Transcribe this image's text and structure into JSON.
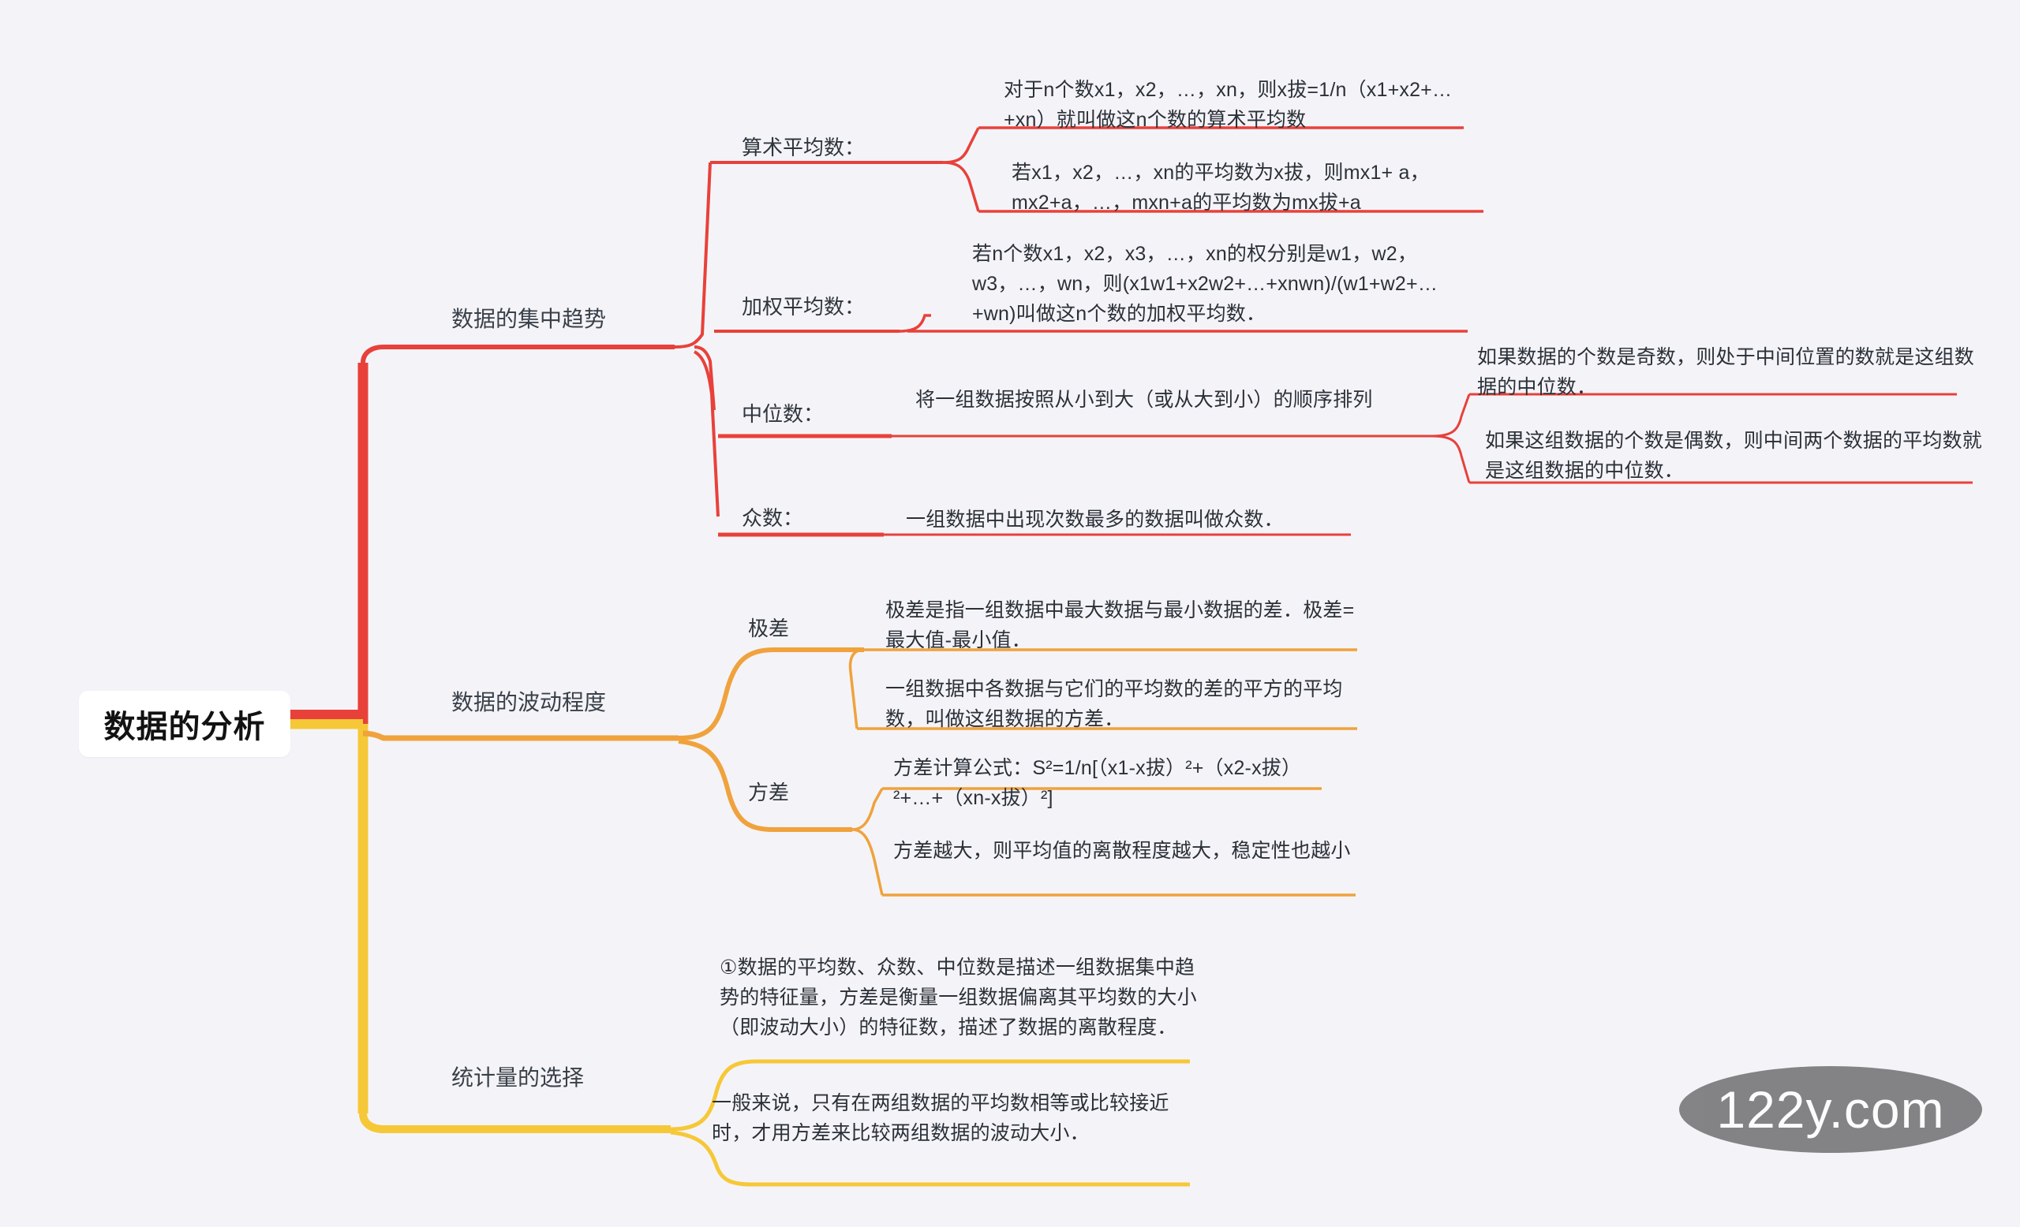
{
  "root": {
    "label": "数据的分析"
  },
  "branches": [
    {
      "label": "数据的集中趋势",
      "color": "#e8413a",
      "topics": [
        {
          "label": "算术平均数：",
          "leaves": [
            "对于n个数x1，x2，…，xn，则x拔=1/n（x1+x2+…+xn）就叫做这n个数的算术平均数",
            "若x1，x2，…，xn的平均数为x拔，则mx1+ a，mx2+a，…，mxn+a的平均数为mx拔+a"
          ]
        },
        {
          "label": "加权平均数：",
          "leaves": [
            "若n个数x1，x2，x3，…，xn的权分别是w1，w2，w3，…，wn，则(x1w1+x2w2+…+xnwn)/(w1+w2+…+wn)叫做这n个数的加权平均数．"
          ]
        },
        {
          "label": "中位数：",
          "leaves": [
            "将一组数据按照从小到大（或从大到小）的顺序排列"
          ],
          "subleaves": [
            "如果数据的个数是奇数，则处于中间位置的数就是这组数据的中位数．",
            "如果这组数据的个数是偶数，则中间两个数据的平均数就是这组数据的中位数．"
          ]
        },
        {
          "label": "众数：",
          "leaves": [
            "一组数据中出现次数最多的数据叫做众数．"
          ]
        }
      ]
    },
    {
      "label": "数据的波动程度",
      "color": "#f0a23c",
      "topics": [
        {
          "label": "极差",
          "leaves": [
            "极差是指一组数据中最大数据与最小数据的差．极差=最大值-最小值．",
            "一组数据中各数据与它们的平均数的差的平方的平均数，叫做这组数据的方差．"
          ]
        },
        {
          "label": "方差",
          "leaves": [
            "方差计算公式：S²=1/n[（x1-x拔）²+（x2-x拔）²+…+（xn-x拔）²]",
            "方差越大，则平均值的离散程度越大，稳定性也越小"
          ]
        }
      ]
    },
    {
      "label": "统计量的选择",
      "color": "#f6c838",
      "topics": [
        {
          "label": "",
          "leaves": [
            "①数据的平均数、众数、中位数是描述一组数据集中趋势的特征量，方差是衡量一组数据偏离其平均数的大小（即波动大小）的特征数，描述了数据的离散程度．",
            "一般来说，只有在两组数据的平均数相等或比较接近时，才用方差来比较两组数据的波动大小．"
          ]
        }
      ]
    }
  ],
  "watermark": {
    "text": "122y.com"
  }
}
